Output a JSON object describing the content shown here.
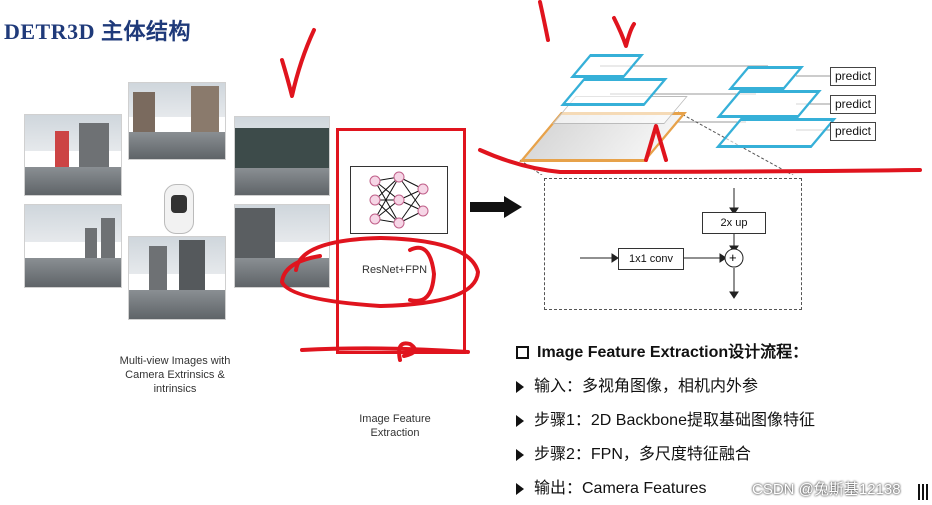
{
  "title": "DETR3D 主体结构",
  "left_panel": {
    "caption_lines": [
      "Multi-view Images with",
      "Camera Extrinsics &",
      "intrinsics"
    ]
  },
  "middle_panel": {
    "backbone_label": "ResNet+FPN",
    "caption_lines": [
      "Image Feature",
      "Extraction"
    ]
  },
  "fpn_diagram": {
    "predict_labels": [
      "predict",
      "predict",
      "predict"
    ],
    "up_label": "2x up",
    "conv_label": "1x1 conv",
    "plus_label": "+"
  },
  "text_section": {
    "heading": "Image Feature Extraction设计流程：",
    "bullets": [
      "输入：多视角图像，相机内外参",
      "步骤1：2D Backbone提取基础图像特征",
      "步骤2：FPN，多尺度特征融合",
      "输出：Camera Features"
    ]
  },
  "watermark": "CSDN @兔斯基12138",
  "colors": {
    "title": "#1f3a7a",
    "annotation_red": "#e0141e",
    "plane_blue": "#36b0d8",
    "plane_orange": "#e7a24a"
  }
}
